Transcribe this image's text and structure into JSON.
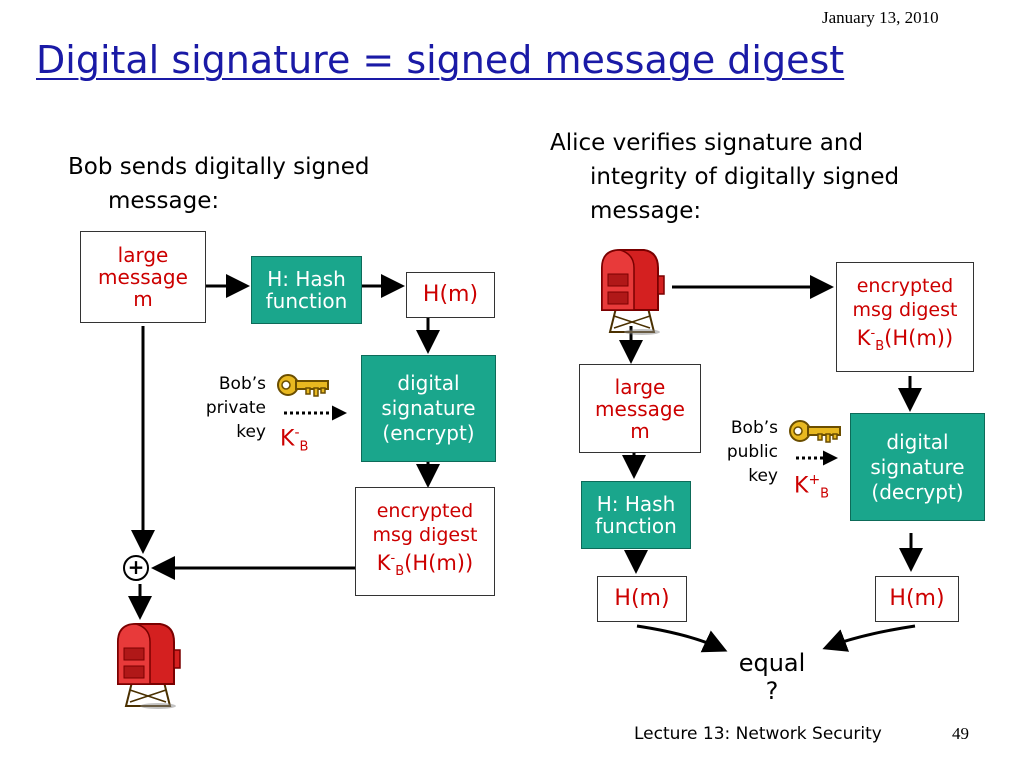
{
  "header": {
    "date": "January 13, 2010",
    "title": "Digital signature = signed message digest"
  },
  "bob": {
    "intro_line1": "Bob sends digitally signed",
    "intro_line2": "message:",
    "large_message": [
      "large",
      "message",
      "m"
    ],
    "hash_box": [
      "H: Hash",
      "function"
    ],
    "hm": "H(m)",
    "digital_signature": [
      "digital",
      "signature",
      "(encrypt)"
    ],
    "key_label": [
      "Bob’s",
      "private",
      "key"
    ],
    "key_symbol": {
      "base": "K",
      "sub": "B",
      "sup": "-"
    },
    "encrypted_digest": [
      "encrypted",
      "msg digest"
    ],
    "encrypted_formula": {
      "base": "K",
      "sub": "B",
      "sup": "-",
      "rest": "(H(m))"
    },
    "plus": "+"
  },
  "alice": {
    "intro_line1": "Alice verifies signature and",
    "intro_line2": "integrity of digitally signed",
    "intro_line3": "message:",
    "encrypted_digest": [
      "encrypted",
      "msg digest"
    ],
    "encrypted_formula": {
      "base": "K",
      "sub": "B",
      "sup": "-",
      "rest": "(H(m))"
    },
    "large_message": [
      "large",
      "message",
      "m"
    ],
    "key_label": [
      "Bob’s",
      "public",
      "key"
    ],
    "key_symbol": {
      "base": "K",
      "sub": "B",
      "sup": "+"
    },
    "digital_signature": [
      "digital",
      "signature",
      "(decrypt)"
    ],
    "hash_box": [
      "H: Hash",
      "function"
    ],
    "hm_left": "H(m)",
    "hm_right": "H(m)",
    "equal": [
      "equal",
      "?"
    ]
  },
  "footer": {
    "lecture": "Lecture 13: Network Security",
    "page": "49"
  },
  "colors": {
    "title": "#1a1aa6",
    "accent_red": "#cc0000",
    "box_green": "#1aa68c",
    "mailbox_red": "#d42020",
    "key_gold": "#e8b820"
  },
  "icons": [
    "mailbox-icon",
    "key-icon"
  ]
}
